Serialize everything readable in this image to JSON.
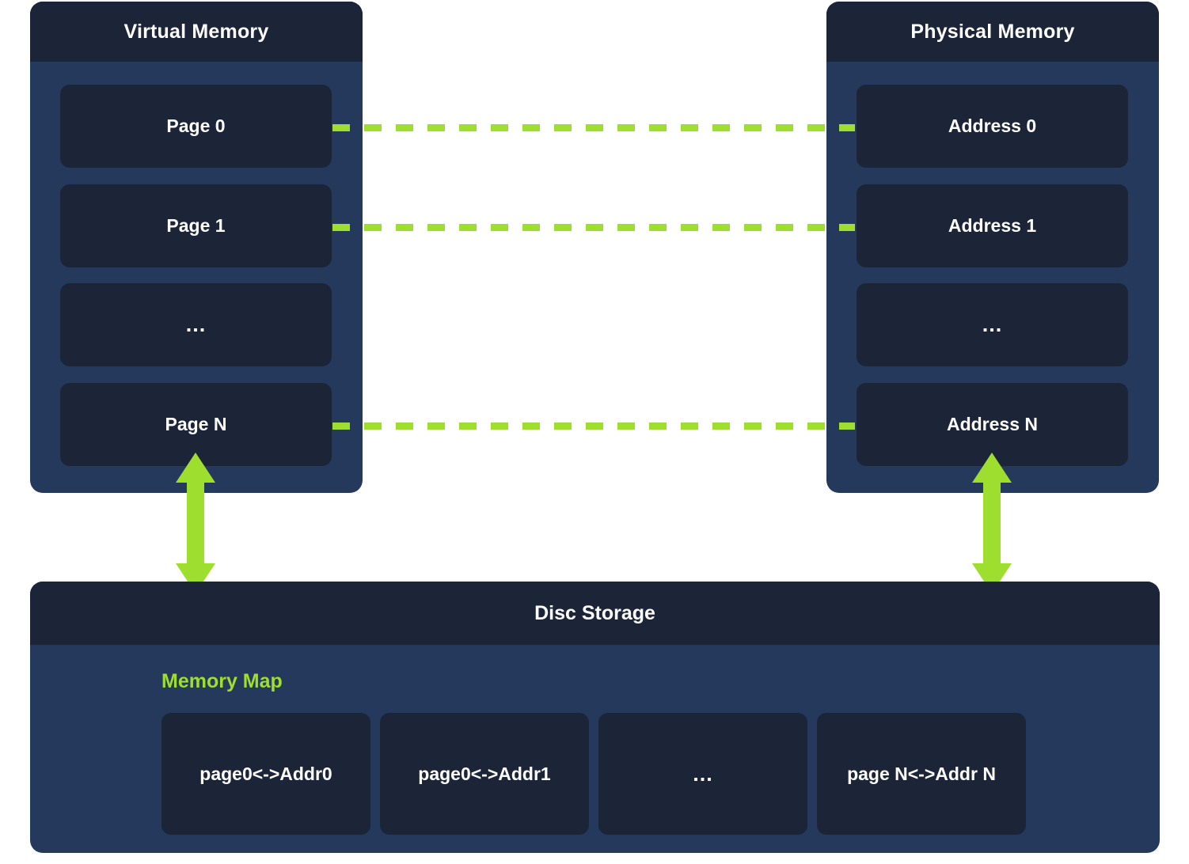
{
  "diagram": {
    "title_semantics": "virtual-memory-paging-diagram",
    "colors": {
      "page_background": "#ffffff",
      "panel_body": "#24395c",
      "panel_header": "#1c2438",
      "card": "#1c2438",
      "accent_green": "#9ede2e",
      "text_light": "#ffffff"
    }
  },
  "virtual_memory": {
    "header": "Virtual Memory",
    "cards": [
      {
        "label": "Page 0",
        "is_ellipsis": false
      },
      {
        "label": "Page 1",
        "is_ellipsis": false
      },
      {
        "label": "...",
        "is_ellipsis": true
      },
      {
        "label": "Page N",
        "is_ellipsis": false
      }
    ]
  },
  "physical_memory": {
    "header": "Physical Memory",
    "cards": [
      {
        "label": "Address 0",
        "is_ellipsis": false
      },
      {
        "label": "Address 1",
        "is_ellipsis": false
      },
      {
        "label": "...",
        "is_ellipsis": true
      },
      {
        "label": "Address N",
        "is_ellipsis": false
      }
    ]
  },
  "connectors": {
    "style": "dashed",
    "color": "#9ede2e",
    "mappings": [
      {
        "from": "Page 0",
        "to": "Address 0"
      },
      {
        "from": "Page 1",
        "to": "Address 1"
      },
      {
        "from": "Page N",
        "to": "Address N"
      }
    ]
  },
  "swap_arrows": [
    {
      "name": "virtual-memory-to-disc",
      "direction": "bidirectional",
      "color": "#9ede2e"
    },
    {
      "name": "physical-memory-to-disc",
      "direction": "bidirectional",
      "color": "#9ede2e"
    }
  ],
  "disc_storage": {
    "header": "Disc Storage",
    "memory_map_label": "Memory Map",
    "memory_map_label_color": "#9ede2e",
    "entries": [
      {
        "label": "page0<->Addr0",
        "is_ellipsis": false
      },
      {
        "label": "page0<->Addr1",
        "is_ellipsis": false
      },
      {
        "label": "...",
        "is_ellipsis": true
      },
      {
        "label": "page N<->Addr N",
        "is_ellipsis": false
      }
    ]
  }
}
